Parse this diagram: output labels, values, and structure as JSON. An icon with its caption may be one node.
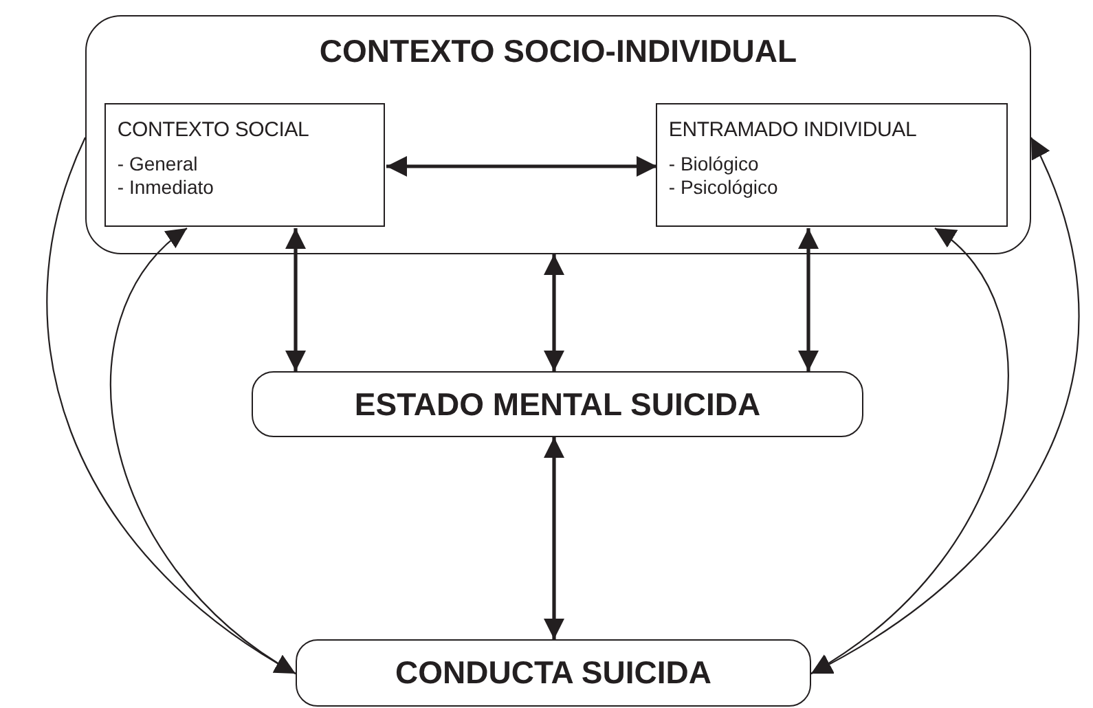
{
  "diagram": {
    "nodes": [
      {
        "text": [
          "CONTEXTO SOCIO-INDIVIDUAL"
        ]
      },
      {
        "text": [
          "CONTEXTO SOCIAL",
          "- General",
          "- Inmediato"
        ],
        "in": 0
      },
      {
        "text": [
          "ENTRAMADO INDIVIDUAL",
          "- Biológico",
          "- Psicológico"
        ],
        "in": 0
      },
      {
        "text": [
          "ESTADO MENTAL SUICIDA"
        ]
      },
      {
        "text": [
          "CONDUCTA SUICIDA"
        ]
      }
    ],
    "edges": [
      {
        "from": 1,
        "to": 2,
        "arrow": "both"
      },
      {
        "from": 1,
        "to": 3,
        "arrow": "both"
      },
      {
        "from": 0,
        "to": 3,
        "arrow": "both"
      },
      {
        "from": 2,
        "to": 3,
        "arrow": "both"
      },
      {
        "from": 3,
        "to": 4,
        "arrow": "both"
      },
      {
        "from": 0,
        "to": 4,
        "arrow": "to"
      },
      {
        "from": 4,
        "to": 1,
        "arrow": "to"
      },
      {
        "from": 2,
        "to": 4,
        "arrow": "both"
      },
      {
        "from": 0,
        "to": 4,
        "arrow": "both"
      }
    ]
  }
}
